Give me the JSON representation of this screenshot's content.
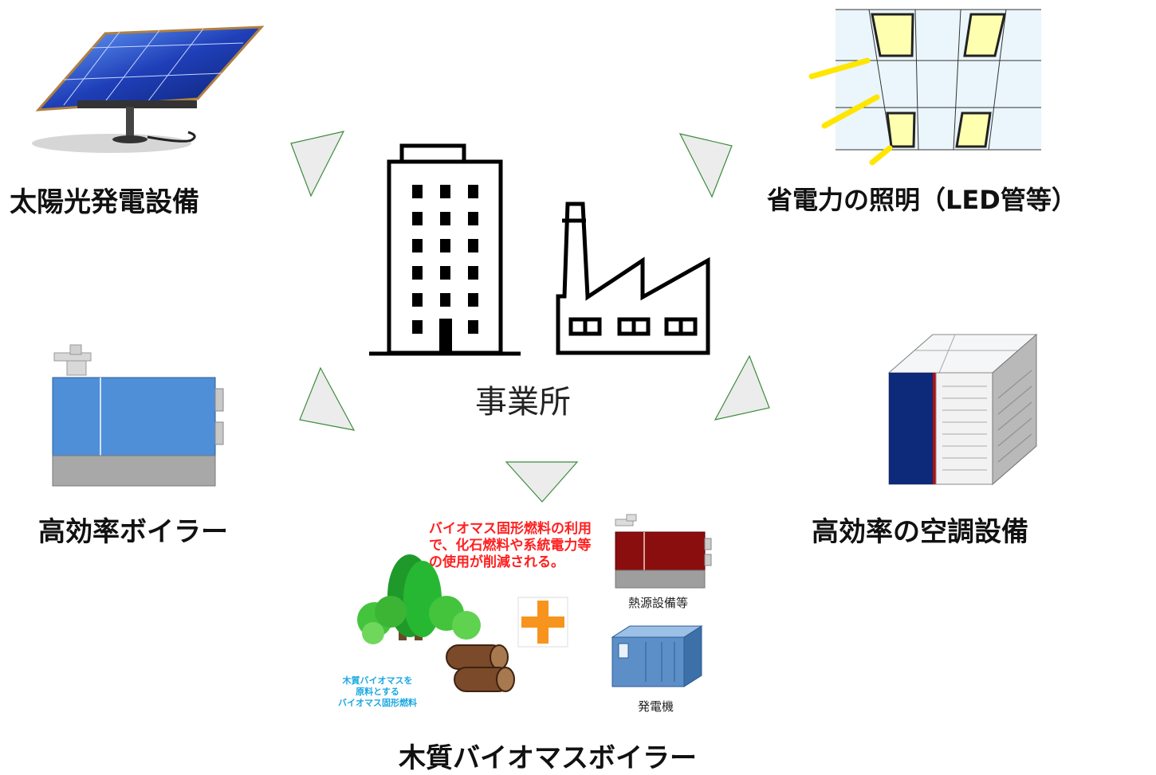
{
  "center": {
    "label": "事業所"
  },
  "items": {
    "solar": {
      "label": "太陽光発電設備"
    },
    "led": {
      "label": "省電力の照明（LED管等）"
    },
    "boiler": {
      "label": "高効率ボイラー"
    },
    "aircon": {
      "label": "高効率の空調設備"
    },
    "biomass": {
      "label": "木質バイオマスボイラー",
      "note": "バイオマス固形燃料の利用\nで、化石燃料や系統電力等\nの使用が削減される。",
      "fuel_note": "木質バイオマスを\n原料とする\nバイオマス固形燃料",
      "heat_caption": "熱源設備等",
      "generator_caption": "発電機"
    }
  },
  "colors": {
    "arrow_fill": "#ececec",
    "arrow_stroke": "#3c8c3c",
    "note_red": "#ff2020",
    "note_cyan": "#1aa8e0",
    "plus_orange": "#f7941d"
  }
}
